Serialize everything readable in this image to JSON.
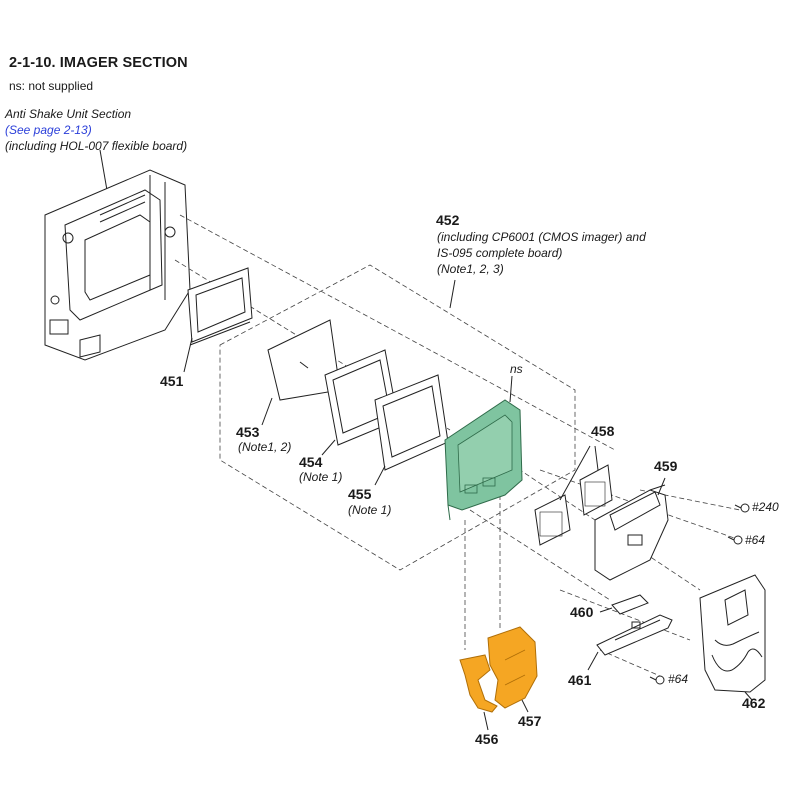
{
  "header": {
    "title": "2-1-10.  IMAGER SECTION",
    "ns_note": "ns: not supplied"
  },
  "anti_shake": {
    "line1": "Anti Shake Unit Section",
    "link": "(See page 2-13)",
    "line3": "(including HOL-007 flexible board)"
  },
  "part452": {
    "number": "452",
    "line1": "(including CP6001 (CMOS imager) and",
    "line2": "IS-095 complete board)",
    "line3": "(Note1, 2, 3)"
  },
  "ns_label": "ns",
  "parts": {
    "p451": "451",
    "p453": "453",
    "p453_note": "(Note1, 2)",
    "p454": "454",
    "p454_note": "(Note 1)",
    "p455": "455",
    "p455_note": "(Note 1)",
    "p456": "456",
    "p457": "457",
    "p458": "458",
    "p459": "459",
    "p460": "460",
    "p461": "461",
    "p462": "462"
  },
  "screws": {
    "s240": "#240",
    "s64a": "#64",
    "s64b": "#64"
  },
  "colors": {
    "board_green": "#7fc4a0",
    "bracket_orange": "#f5a623",
    "link_blue": "#2b3fd9"
  }
}
